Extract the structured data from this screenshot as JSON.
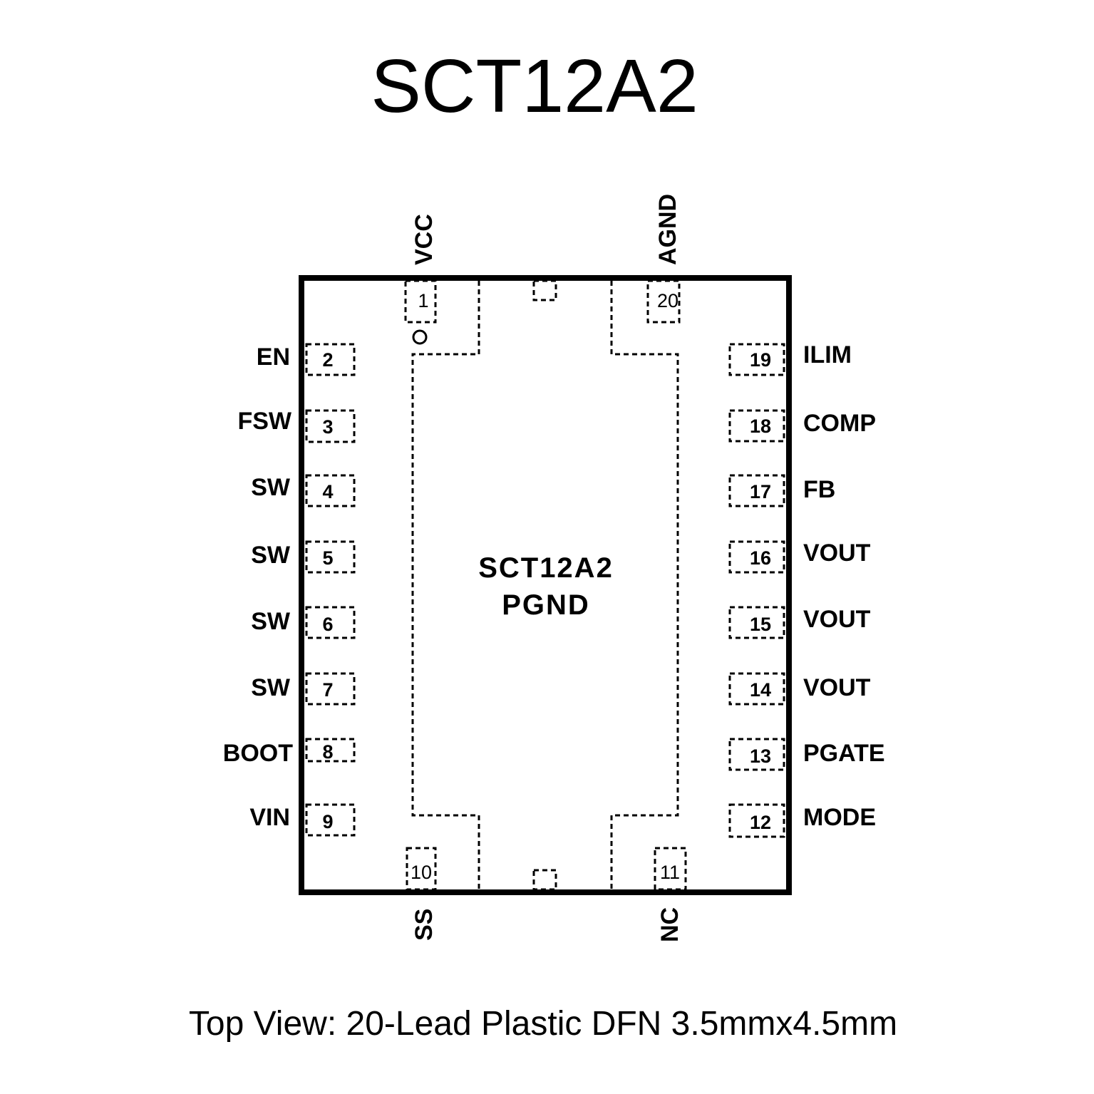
{
  "title": "SCT12A2",
  "caption": "Top View: 20-Lead Plastic DFN 3.5mmx4.5mm",
  "exposed_pad": {
    "line1": "SCT12A2",
    "line2": "PGND"
  },
  "pins": {
    "p1": {
      "num": "1",
      "name": "VCC"
    },
    "p2": {
      "num": "2",
      "name": "EN"
    },
    "p3": {
      "num": "3",
      "name": "FSW"
    },
    "p4": {
      "num": "4",
      "name": "SW"
    },
    "p5": {
      "num": "5",
      "name": "SW"
    },
    "p6": {
      "num": "6",
      "name": "SW"
    },
    "p7": {
      "num": "7",
      "name": "SW"
    },
    "p8": {
      "num": "8",
      "name": "BOOT"
    },
    "p9": {
      "num": "9",
      "name": "VIN"
    },
    "p10": {
      "num": "10",
      "name": "SS"
    },
    "p11": {
      "num": "11",
      "name": "NC"
    },
    "p12": {
      "num": "12",
      "name": "MODE"
    },
    "p13": {
      "num": "13",
      "name": "PGATE"
    },
    "p14": {
      "num": "14",
      "name": "VOUT"
    },
    "p15": {
      "num": "15",
      "name": "VOUT"
    },
    "p16": {
      "num": "16",
      "name": "VOUT"
    },
    "p17": {
      "num": "17",
      "name": "FB"
    },
    "p18": {
      "num": "18",
      "name": "COMP"
    },
    "p19": {
      "num": "19",
      "name": "ILIM"
    },
    "p20": {
      "num": "20",
      "name": "AGND"
    }
  }
}
